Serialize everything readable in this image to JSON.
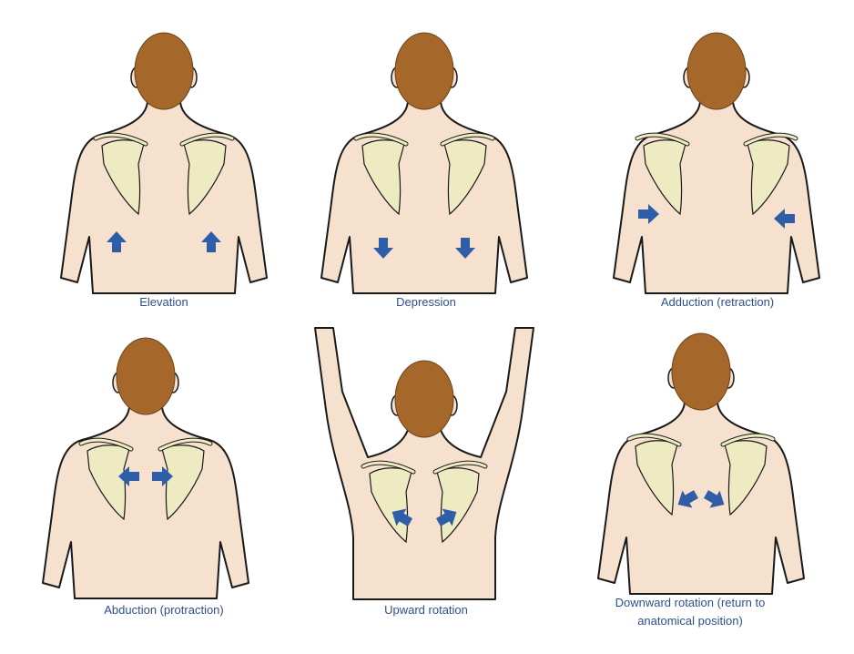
{
  "colors": {
    "skin": "#f6e0ce",
    "hair": "#a5682a",
    "scapula": "#eeeac2",
    "arrow": "#2f5ea8",
    "outline": "#1a1a1a",
    "label": "#2e4f8f"
  },
  "panels": [
    {
      "label": "Elevation",
      "movement": "up"
    },
    {
      "label": "Depression",
      "movement": "down"
    },
    {
      "label": "Adduction (retraction)",
      "movement": "inward"
    },
    {
      "label": "Abduction (protraction)",
      "movement": "outward"
    },
    {
      "label": "Upward rotation",
      "movement": "rotate-up"
    },
    {
      "label": "Downward rotation (return to anatomical position)",
      "movement": "rotate-down"
    }
  ]
}
